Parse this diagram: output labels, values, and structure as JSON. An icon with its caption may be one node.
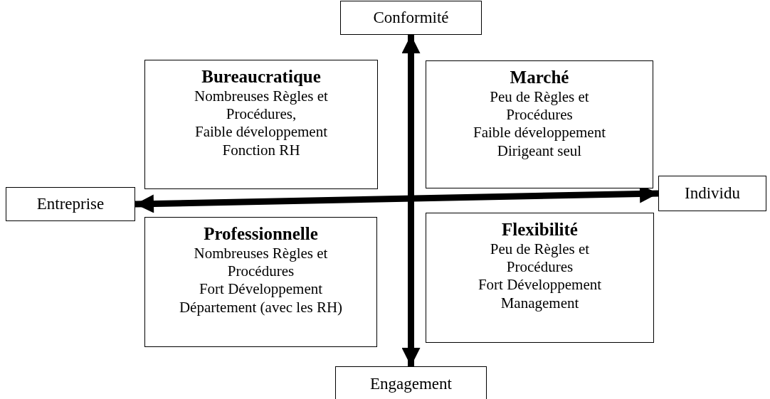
{
  "diagram": {
    "nodes": [
      {
        "text": [
          "Conformité"
        ]
      },
      {
        "text": [
          "Bureaucratique",
          "Nombreuses Règles et",
          "Procédures,",
          "Faible développement",
          "Fonction RH"
        ]
      },
      {
        "text": [
          "Marché",
          "Peu de Règles et",
          "Procédures",
          "Faible développement",
          "Dirigeant seul"
        ]
      },
      {
        "text": [
          "Entreprise"
        ]
      },
      {
        "text": [
          "Individu"
        ]
      },
      {
        "text": [
          "Professionnelle",
          "Nombreuses Règles et",
          "Procédures",
          "Fort Développement",
          "Département (avec les RH)"
        ]
      },
      {
        "text": [
          "Flexibilité",
          "Peu de Règles et",
          "Procédures",
          "Fort Développement",
          "Management"
        ]
      },
      {
        "text": [
          "Engagement"
        ]
      }
    ],
    "edges": [
      {
        "from": 0,
        "to": 7,
        "arrow": "both"
      },
      {
        "from": 3,
        "to": 4,
        "arrow": "both"
      }
    ]
  }
}
